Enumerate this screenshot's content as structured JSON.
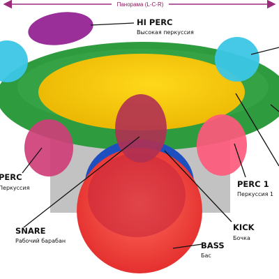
{
  "panorama": {
    "label": "Панорама (L-C-R)"
  },
  "labels": {
    "hi_perc": {
      "title": "HI PERC",
      "subtitle": "Высокая перкуссия"
    },
    "perc_left": {
      "title": "PERC",
      "subtitle": "Перкуссия"
    },
    "perc1": {
      "title": "PERC 1",
      "subtitle": "Перкуссия 1"
    },
    "snare": {
      "title": "SNARE",
      "subtitle": "Рабочий барабан"
    },
    "kick": {
      "title": "KICK",
      "subtitle": "Бочка"
    },
    "bass": {
      "title": "BASS",
      "subtitle": "Бас"
    }
  },
  "colors": {
    "panorama_line": "#9b2a7a",
    "hi_perc": "#9b2f9a",
    "pad_green": "#2d9a3e",
    "cyan": "#38c3e2",
    "yellow": "#f2c200",
    "perc": "#d24673",
    "perc1": "#ff5a7a",
    "snare": "#b03052",
    "kick": "#1f4fbf",
    "bass": "#f03a3a",
    "shadow": "#9a9a9a"
  }
}
